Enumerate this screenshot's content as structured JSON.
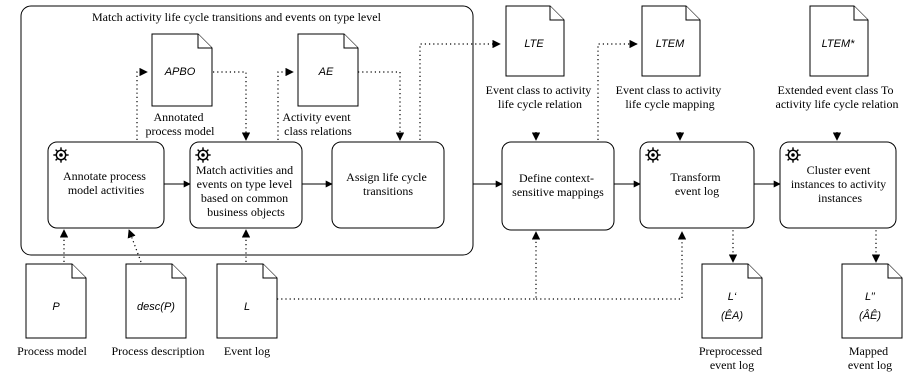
{
  "group": {
    "title": "Match activity life cycle transitions and events on type level"
  },
  "documents": {
    "apbo": {
      "code": "APBO",
      "label": [
        "Annotated",
        "process model"
      ]
    },
    "ae": {
      "code": "AE",
      "label": [
        "Activity event",
        "class relations"
      ]
    },
    "lte": {
      "code": "LTE",
      "label": [
        "Event class to activity",
        "life cycle relation"
      ]
    },
    "ltem": {
      "code": "LTEM",
      "label": [
        "Event class to activity",
        "life cycle mapping"
      ]
    },
    "ltem_star": {
      "code": "LTEM*",
      "label": [
        "Extended event class To",
        "activity life cycle relation"
      ]
    },
    "p": {
      "code": "P",
      "label": [
        "Process model"
      ]
    },
    "desc": {
      "code": "desc(P)",
      "label": [
        "Process description"
      ]
    },
    "l": {
      "code": "L",
      "label": [
        "Event log"
      ]
    },
    "l1": {
      "code": "L‘",
      "sub": "(ÊA)",
      "label": [
        "Preprocessed",
        "event log"
      ]
    },
    "l2": {
      "code": "L’’",
      "sub": "(ÂÊ)",
      "label": [
        "Mapped",
        "event log"
      ]
    }
  },
  "steps": {
    "annotate": {
      "label": [
        "Annotate process",
        "model activities"
      ]
    },
    "match": {
      "label": [
        "Match activities and",
        "events on type level",
        "based on common",
        "business objects"
      ]
    },
    "assign": {
      "label": [
        "Assign life cycle",
        "transitions"
      ]
    },
    "define": {
      "label": [
        "Define context-",
        "sensitive mappings"
      ]
    },
    "transform": {
      "label": [
        "Transform",
        "event log"
      ]
    },
    "cluster": {
      "label": [
        "Cluster event",
        "instances to activity",
        "instances"
      ]
    }
  },
  "icons": {
    "step_icon": "gear-icon"
  }
}
